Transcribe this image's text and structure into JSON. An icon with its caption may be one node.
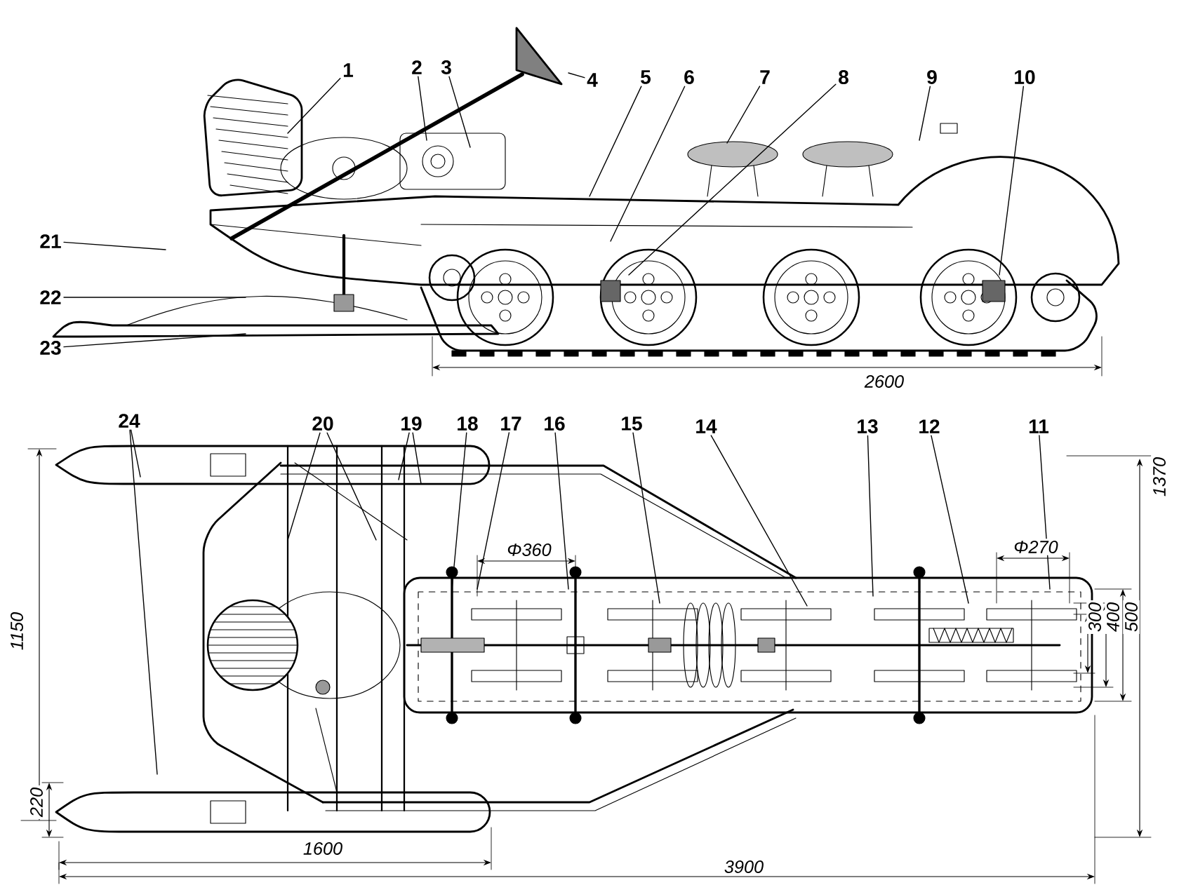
{
  "diagram": {
    "nodes": [
      {
        "text": [
          "1"
        ]
      },
      {
        "text": [
          "2"
        ]
      },
      {
        "text": [
          "3"
        ]
      },
      {
        "text": [
          "4"
        ]
      },
      {
        "text": [
          "5"
        ]
      },
      {
        "text": [
          "6"
        ]
      },
      {
        "text": [
          "7"
        ]
      },
      {
        "text": [
          "8"
        ]
      },
      {
        "text": [
          "9"
        ]
      },
      {
        "text": [
          "10"
        ]
      },
      {
        "text": [
          "21"
        ]
      },
      {
        "text": [
          "22"
        ]
      },
      {
        "text": [
          "23"
        ]
      },
      {
        "text": [
          "24"
        ]
      },
      {
        "text": [
          "20"
        ]
      },
      {
        "text": [
          "19"
        ]
      },
      {
        "text": [
          "18"
        ]
      },
      {
        "text": [
          "17"
        ]
      },
      {
        "text": [
          "16"
        ]
      },
      {
        "text": [
          "15"
        ]
      },
      {
        "text": [
          "14"
        ]
      },
      {
        "text": [
          "13"
        ]
      },
      {
        "text": [
          "12"
        ]
      },
      {
        "text": [
          "11"
        ]
      }
    ],
    "edges": [
      {
        "from": 0,
        "to": null,
        "arrow": "none"
      },
      {
        "from": 1,
        "to": null,
        "arrow": "none"
      },
      {
        "from": 2,
        "to": null,
        "arrow": "none"
      },
      {
        "from": 3,
        "to": null,
        "arrow": "none"
      },
      {
        "from": 4,
        "to": null,
        "arrow": "none"
      },
      {
        "from": 5,
        "to": null,
        "arrow": "none"
      },
      {
        "from": 6,
        "to": null,
        "arrow": "none"
      },
      {
        "from": 7,
        "to": null,
        "arrow": "none"
      },
      {
        "from": 8,
        "to": null,
        "arrow": "none"
      },
      {
        "from": 9,
        "to": null,
        "arrow": "none"
      },
      {
        "from": 10,
        "to": null,
        "arrow": "none"
      },
      {
        "from": 11,
        "to": null,
        "arrow": "none"
      },
      {
        "from": 12,
        "to": null,
        "arrow": "none"
      },
      {
        "from": 13,
        "to": null,
        "arrow": "none"
      },
      {
        "from": 13,
        "to": null,
        "arrow": "none"
      },
      {
        "from": 14,
        "to": null,
        "arrow": "none"
      },
      {
        "from": 14,
        "to": null,
        "arrow": "none"
      },
      {
        "from": 15,
        "to": null,
        "arrow": "none"
      },
      {
        "from": 15,
        "to": null,
        "arrow": "none"
      },
      {
        "from": 16,
        "to": null,
        "arrow": "none"
      },
      {
        "from": 17,
        "to": null,
        "arrow": "none"
      },
      {
        "from": 18,
        "to": null,
        "arrow": "none"
      },
      {
        "from": 19,
        "to": null,
        "arrow": "none"
      },
      {
        "from": 20,
        "to": null,
        "arrow": "none"
      },
      {
        "from": 21,
        "to": null,
        "arrow": "none"
      },
      {
        "from": 22,
        "to": null,
        "arrow": "none"
      },
      {
        "from": 23,
        "to": null,
        "arrow": "none"
      }
    ],
    "labels": [
      "2600",
      "Φ360",
      "Φ270",
      "1370",
      "1150",
      "300",
      "400",
      "500",
      "220",
      "1600",
      "3900"
    ]
  }
}
